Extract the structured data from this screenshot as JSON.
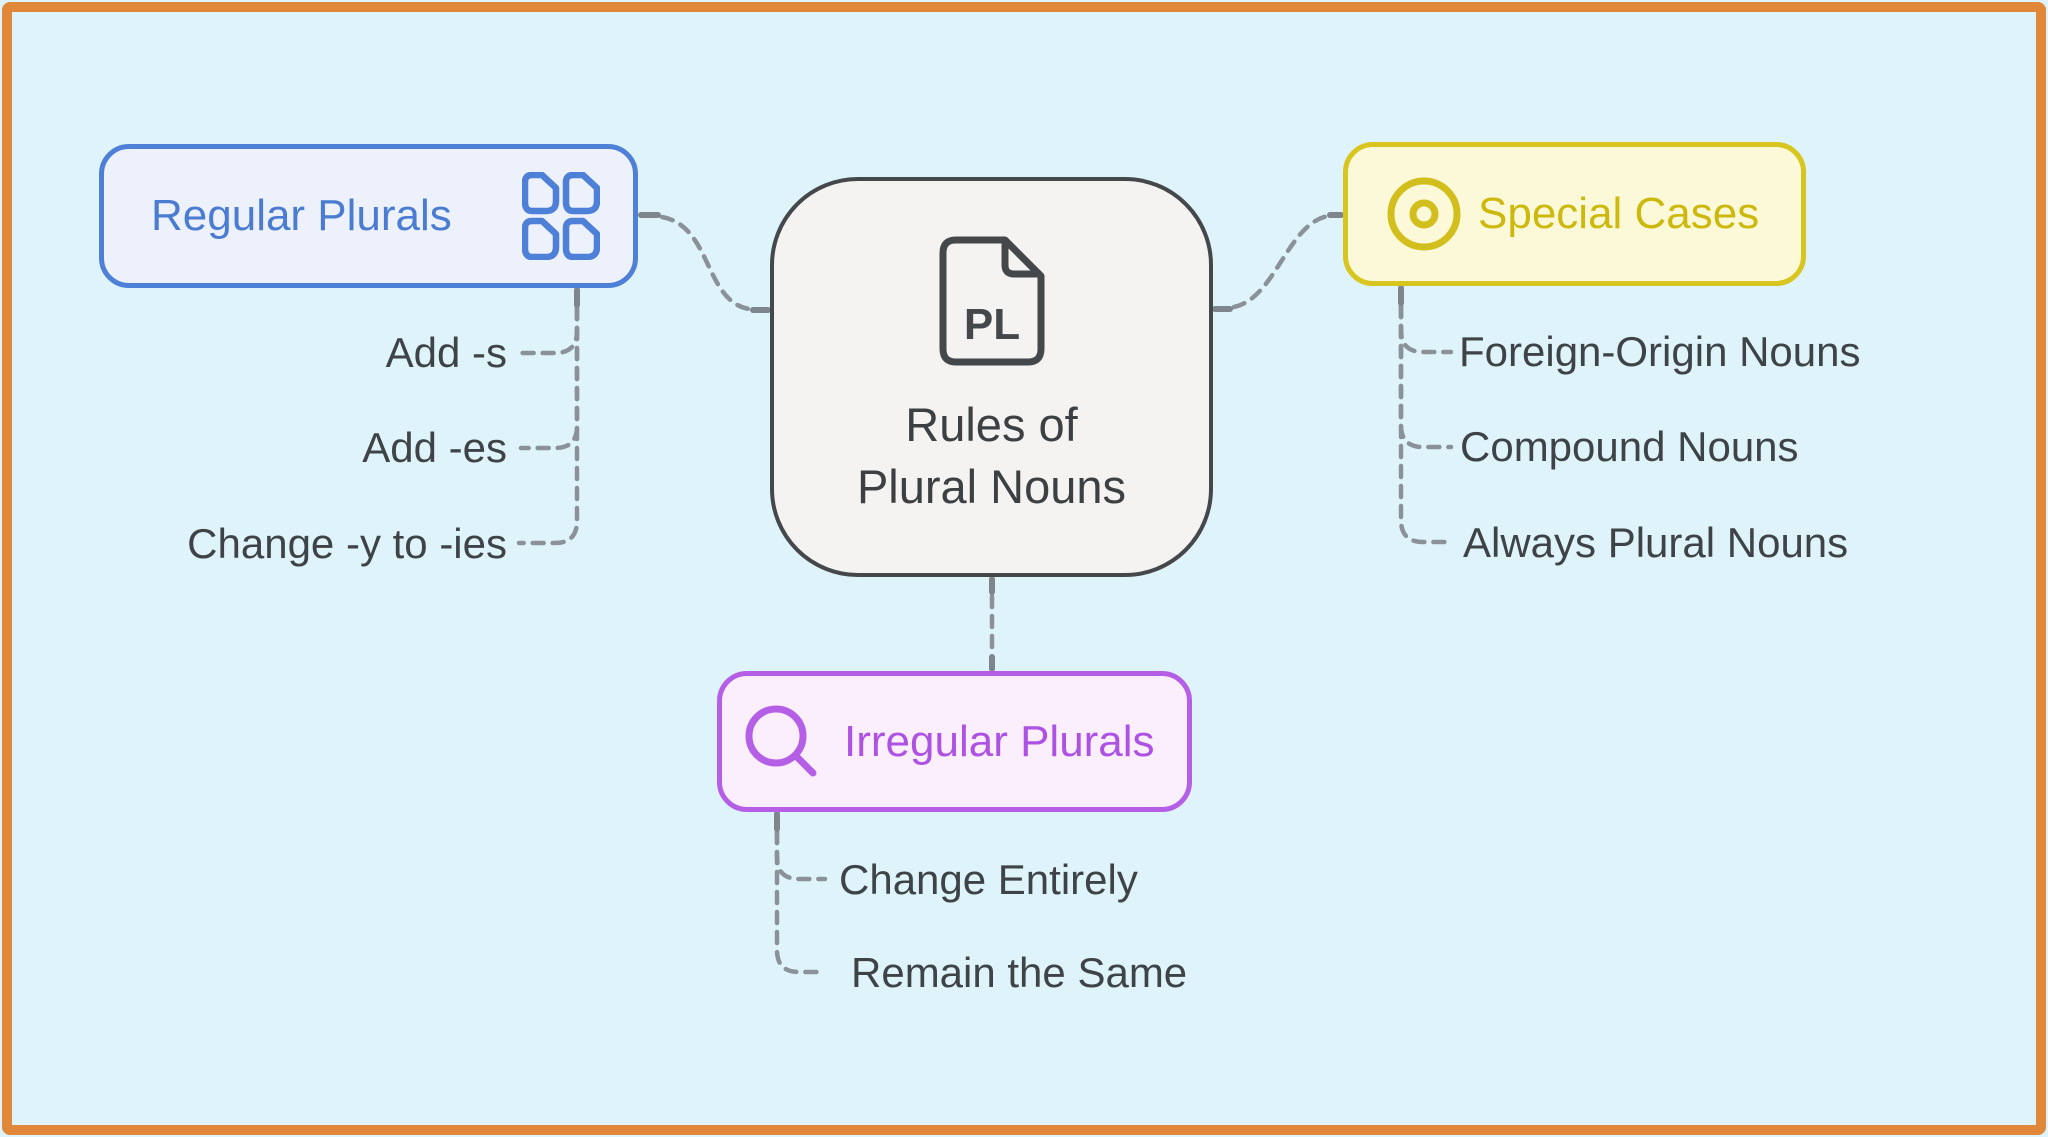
{
  "diagram": {
    "central": {
      "icon": "document-pl-icon",
      "icon_label": "PL",
      "title_line1": "Rules of",
      "title_line2": "Plural Nouns"
    },
    "nodes": {
      "regular": {
        "label": "Regular Plurals",
        "icon": "grid-files-icon",
        "border": "#4e80d8",
        "fill": "#edf1fb"
      },
      "special": {
        "label": "Special Cases",
        "icon": "circle-dot-icon",
        "border": "#d8c51f",
        "fill": "#fcf9d8"
      },
      "irregular": {
        "label": "Irregular Plurals",
        "icon": "magnifier-icon",
        "border": "#b55fe7",
        "fill": "#fbeffd"
      }
    },
    "branches": {
      "regular": {
        "items": [
          "Add -s",
          "Add -es",
          "Change -y to -ies"
        ]
      },
      "special": {
        "items": [
          "Foreign-Origin Nouns",
          "Compound Nouns",
          "Always Plural Nouns"
        ]
      },
      "irregular": {
        "items": [
          "Change Entirely",
          "Remain the Same"
        ]
      }
    },
    "colors": {
      "background": "#dff4fa",
      "frame": "#e0873a",
      "connector": "#8b9198",
      "connector_stub": "#7e858c",
      "central_border": "#45484b",
      "central_fill": "#f4f3f1",
      "item_text": "#3e4347"
    }
  }
}
